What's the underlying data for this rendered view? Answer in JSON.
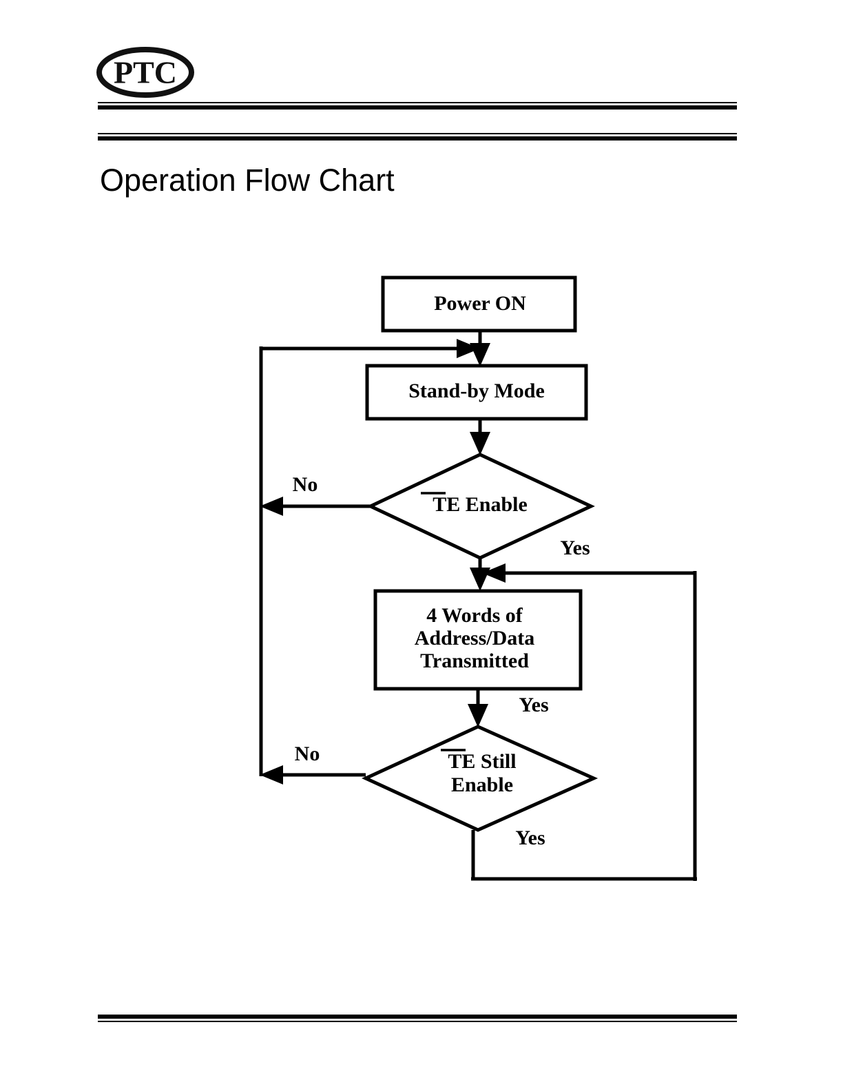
{
  "header": {
    "logo_text": "PTC",
    "logo_name": "ptc-logo"
  },
  "title": "Operation Flow Chart",
  "chart_data": {
    "type": "diagram",
    "diagram_type": "flowchart",
    "title": "Operation Flow Chart",
    "orientation": "top-to-bottom",
    "nodes": [
      {
        "id": "power_on",
        "shape": "process",
        "label": "Power ON",
        "lines": [
          "Power ON"
        ]
      },
      {
        "id": "standby",
        "shape": "process",
        "label": "Stand-by Mode",
        "lines": [
          "Stand-by Mode"
        ]
      },
      {
        "id": "te_enable",
        "shape": "decision",
        "label": "TE Enable",
        "lines": [
          "TE Enable"
        ],
        "overline": "TE"
      },
      {
        "id": "transmit",
        "shape": "process",
        "label": "4 Words of Address/Data Transmitted",
        "lines": [
          "4 Words of",
          "Address/Data",
          "Transmitted"
        ]
      },
      {
        "id": "te_still",
        "shape": "decision",
        "label": "TE  Still Enable",
        "lines": [
          "TE  Still",
          "Enable"
        ],
        "overline": "TE"
      }
    ],
    "edges": [
      {
        "from": "power_on",
        "to": "standby",
        "label": ""
      },
      {
        "from": "standby",
        "to": "te_enable",
        "label": ""
      },
      {
        "from": "te_enable",
        "to": "standby",
        "label": "No",
        "routing": "left-feedback"
      },
      {
        "from": "te_enable",
        "to": "transmit",
        "label": "Yes"
      },
      {
        "from": "transmit",
        "to": "te_still",
        "label": "Yes"
      },
      {
        "from": "te_still",
        "to": "standby",
        "label": "No",
        "routing": "left-feedback"
      },
      {
        "from": "te_still",
        "to": "transmit",
        "label": "Yes",
        "routing": "right-feedback"
      }
    ],
    "labels": {
      "no_1": "No",
      "yes_1": "Yes",
      "yes_2": "Yes",
      "no_2": "No",
      "yes_3": "Yes"
    }
  },
  "nodes": {
    "power_on": {
      "text": "Power ON"
    },
    "standby": {
      "text": "Stand-by Mode"
    },
    "te_enable": {
      "prefix": "TE",
      "suffix": " Enable"
    },
    "transmit": {
      "line1": "4 Words of",
      "line2": "Address/Data",
      "line3": "Transmitted"
    },
    "te_still": {
      "prefix": "TE",
      "suffix": "  Still",
      "line2": "Enable"
    }
  },
  "edge_labels": {
    "no_top": "No",
    "yes_top": "Yes",
    "yes_mid": "Yes",
    "no_bottom": "No",
    "yes_bottom": "Yes"
  },
  "colors": {
    "ink": "#000000",
    "paper": "#ffffff"
  }
}
